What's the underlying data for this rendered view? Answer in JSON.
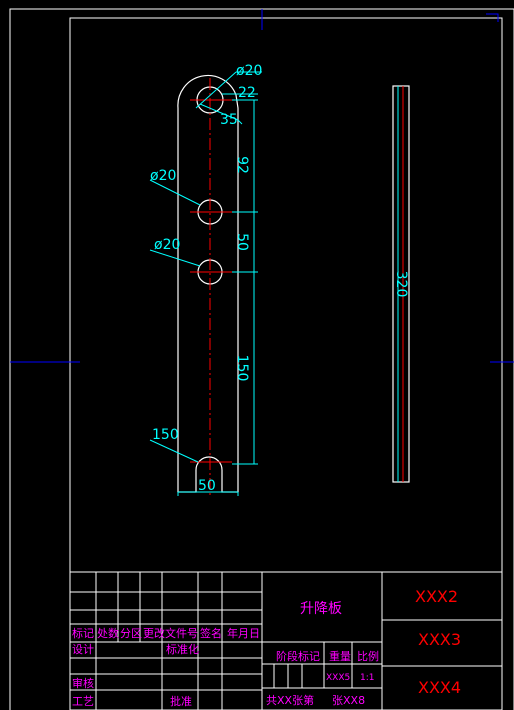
{
  "drawing": {
    "dimensions": {
      "hole_top": "ø20",
      "top_width": "22",
      "top_offset": "35",
      "hole_mid1": "ø20",
      "d1": "92",
      "hole_mid2": "ø20",
      "d2": "50",
      "d3": "150",
      "slot_radius": "150",
      "bottom_width": "50",
      "side_length": "320"
    }
  },
  "title_block": {
    "part_name": "升降板",
    "drawing_no_1": "XXX2",
    "drawing_no_2": "XXX3",
    "drawing_no_3": "XXX4",
    "headers": {
      "mark": "标记",
      "count": "处数",
      "zone": "分区",
      "change_doc": "更改文件号",
      "signature": "签名",
      "date": "年月日",
      "design": "设计",
      "standardize": "标准化",
      "stage_mark": "阶段标记",
      "weight": "重量",
      "scale": "比例",
      "review": "审核",
      "process": "工艺",
      "approve": "批准"
    },
    "weight_value": "XXX5",
    "scale_value": "1:1",
    "sheet_info": "共XX张第",
    "sheet_no": "张XX8"
  },
  "colors": {
    "frame": "#ffffff",
    "border": "#0000ff",
    "outline": "#ffffff",
    "center_line": "#ff0000",
    "dimension": "#00ffff",
    "label": "#ff00ff",
    "title_number": "#ff0000"
  }
}
